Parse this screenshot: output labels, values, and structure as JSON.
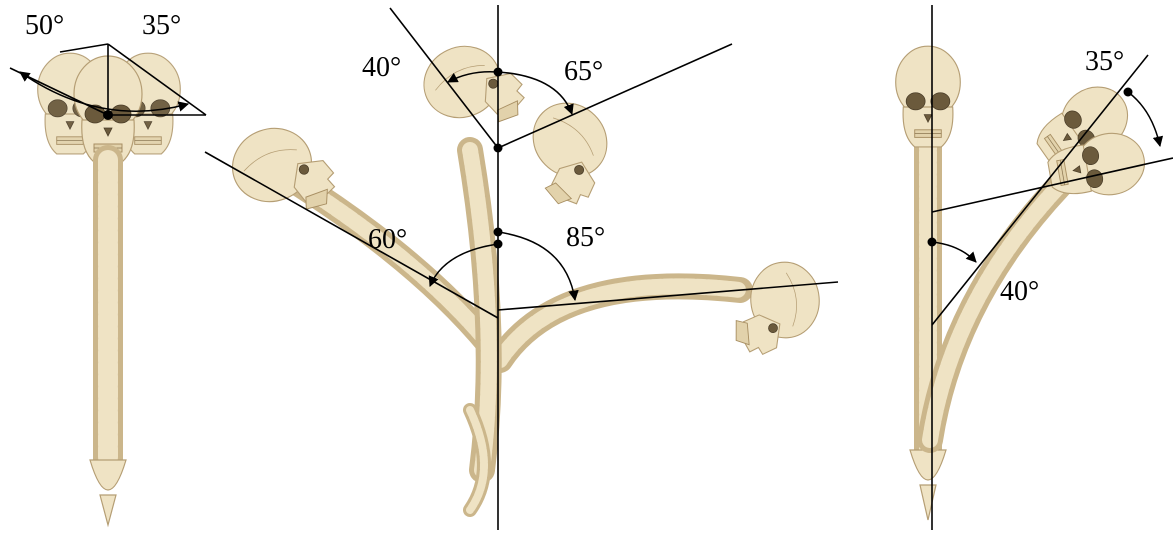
{
  "panels": [
    {
      "id": "rotation",
      "angles": [
        {
          "id": "left",
          "label": "50°"
        },
        {
          "id": "right",
          "label": "35°"
        }
      ]
    },
    {
      "id": "flexion-extension",
      "angles": [
        {
          "id": "head-extension",
          "label": "40°"
        },
        {
          "id": "head-flexion",
          "label": "65°"
        },
        {
          "id": "trunk-extension",
          "label": "60°"
        },
        {
          "id": "trunk-flexion",
          "label": "85°"
        }
      ]
    },
    {
      "id": "lateral-bending",
      "angles": [
        {
          "id": "head-bend",
          "label": "35°"
        },
        {
          "id": "trunk-bend",
          "label": "40°"
        }
      ]
    }
  ],
  "colors": {
    "bone": "#efe3c4",
    "outline": "#b59e74",
    "lines": "#000000"
  }
}
